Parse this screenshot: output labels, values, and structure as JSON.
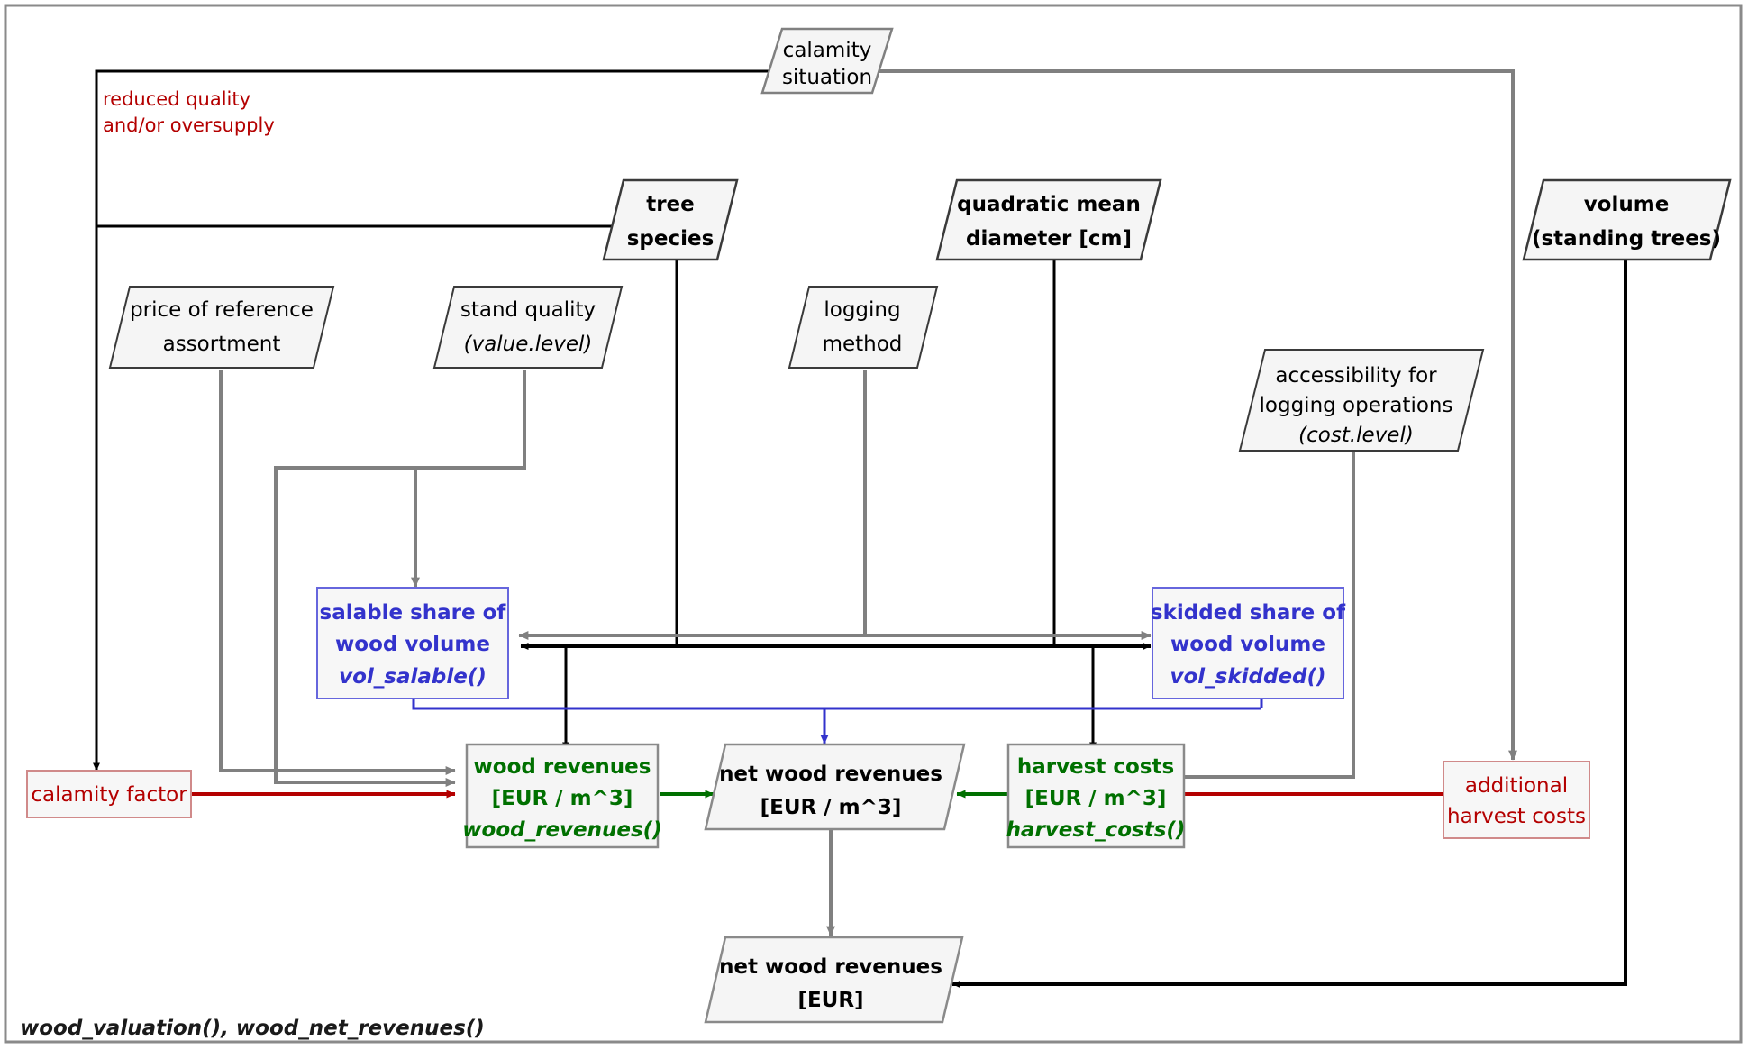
{
  "figure": {
    "caption": "wood_valuation(), wood_net_revenues()",
    "annotation": {
      "line1": "reduced quality",
      "line2": "and/or oversupply"
    },
    "border_color": "#808080",
    "palette": {
      "black": "#000000",
      "gray": "#808080",
      "blue": "#3333cc",
      "green": "#007000",
      "red": "#b40000",
      "node_fill": "#f5f5f5"
    }
  },
  "nodes": {
    "calamity_situation": {
      "line1": "calamity",
      "line2": "situation",
      "shape": "parallelogram",
      "text_color": "#000000",
      "bold": false
    },
    "tree_species": {
      "line1": "tree",
      "line2": "species",
      "shape": "parallelogram",
      "text_color": "#000000",
      "bold": true
    },
    "quadratic_mean_diameter": {
      "line1": "quadratic mean",
      "line2": "diameter [cm]",
      "shape": "parallelogram",
      "text_color": "#000000",
      "bold": true
    },
    "volume_standing_trees": {
      "line1": "volume",
      "line2": "(standing trees)",
      "shape": "parallelogram",
      "text_color": "#000000",
      "bold": true
    },
    "price_of_reference_assortment": {
      "line1": "price of reference",
      "line2": "assortment",
      "shape": "parallelogram",
      "text_color": "#000000",
      "bold": false
    },
    "stand_quality": {
      "line1": "stand quality",
      "line2": "(value.level)",
      "line2_italic": true,
      "shape": "parallelogram",
      "text_color": "#000000",
      "bold": false
    },
    "logging_method": {
      "line1": "logging",
      "line2": "method",
      "shape": "parallelogram",
      "text_color": "#000000",
      "bold": false
    },
    "accessibility_for_logging_operations": {
      "line1": "accessibility for",
      "line2": "logging operations",
      "line3": "(cost.level)",
      "line3_italic": true,
      "shape": "parallelogram",
      "text_color": "#000000",
      "bold": false
    },
    "salable_share": {
      "line1": "salable share of",
      "line2": "wood volume",
      "line3": "vol_salable()",
      "line3_italic": true,
      "shape": "rect",
      "text_color": "#3333cc",
      "bold": true
    },
    "skidded_share": {
      "line1": "skidded share of",
      "line2": "wood volume",
      "line3": "vol_skidded()",
      "line3_italic": true,
      "shape": "rect",
      "text_color": "#3333cc",
      "bold": true
    },
    "wood_revenues": {
      "line1": "wood revenues",
      "line2": "[EUR / m^3]",
      "line3": "wood_revenues()",
      "line3_italic": true,
      "shape": "rect",
      "text_color": "#007000",
      "bold": true
    },
    "harvest_costs": {
      "line1": "harvest costs",
      "line2": "[EUR / m^3]",
      "line3": "harvest_costs()",
      "line3_italic": true,
      "shape": "rect",
      "text_color": "#007000",
      "bold": true
    },
    "net_wood_revenues_per_m3": {
      "line1": "net wood revenues",
      "line2": "[EUR / m^3]",
      "shape": "parallelogram",
      "text_color": "#000000",
      "bold": true
    },
    "net_wood_revenues_eur": {
      "line1": "net wood revenues",
      "line2": "[EUR]",
      "shape": "parallelogram",
      "text_color": "#000000",
      "bold": true
    },
    "calamity_factor": {
      "line1": "calamity factor",
      "shape": "rect",
      "text_color": "#b40000",
      "bold": false
    },
    "additional_harvest_costs": {
      "line1": "additional",
      "line2": "harvest costs",
      "shape": "rect",
      "text_color": "#b40000",
      "bold": false
    }
  },
  "edges": [
    {
      "from": "calamity_situation",
      "to": "calamity_factor",
      "color": "#000000"
    },
    {
      "from": "calamity_situation",
      "to": "additional_harvest_costs",
      "color": "#808080"
    },
    {
      "from": "calamity_factor",
      "to": "wood_revenues",
      "color": "#b40000"
    },
    {
      "from": "additional_harvest_costs",
      "to": "harvest_costs",
      "color": "#b40000"
    },
    {
      "from": "tree_species",
      "to": "salable_share",
      "color": "#000000"
    },
    {
      "from": "tree_species",
      "to": "skidded_share",
      "color": "#000000"
    },
    {
      "from": "tree_species",
      "to": "wood_revenues",
      "color": "#000000"
    },
    {
      "from": "tree_species",
      "to": "harvest_costs",
      "color": "#000000"
    },
    {
      "from": "quadratic_mean_diameter",
      "to": "salable_share",
      "color": "#000000"
    },
    {
      "from": "quadratic_mean_diameter",
      "to": "skidded_share",
      "color": "#000000"
    },
    {
      "from": "quadratic_mean_diameter",
      "to": "harvest_costs",
      "color": "#000000"
    },
    {
      "from": "price_of_reference_assortment",
      "to": "wood_revenues",
      "color": "#808080"
    },
    {
      "from": "stand_quality",
      "to": "salable_share",
      "color": "#808080"
    },
    {
      "from": "stand_quality",
      "to": "wood_revenues",
      "color": "#808080"
    },
    {
      "from": "logging_method",
      "to": "salable_share",
      "color": "#808080"
    },
    {
      "from": "logging_method",
      "to": "skidded_share",
      "color": "#808080"
    },
    {
      "from": "accessibility_for_logging_operations",
      "to": "harvest_costs",
      "color": "#808080"
    },
    {
      "from": "salable_share",
      "to": "wood_revenues",
      "color": "#3333cc"
    },
    {
      "from": "salable_share",
      "to": "net_wood_revenues_per_m3",
      "color": "#3333cc"
    },
    {
      "from": "skidded_share",
      "to": "harvest_costs",
      "color": "#3333cc"
    },
    {
      "from": "wood_revenues",
      "to": "net_wood_revenues_per_m3",
      "color": "#007000"
    },
    {
      "from": "harvest_costs",
      "to": "net_wood_revenues_per_m3",
      "color": "#007000"
    },
    {
      "from": "net_wood_revenues_per_m3",
      "to": "net_wood_revenues_eur",
      "color": "#808080"
    },
    {
      "from": "volume_standing_trees",
      "to": "net_wood_revenues_eur",
      "color": "#000000"
    }
  ]
}
